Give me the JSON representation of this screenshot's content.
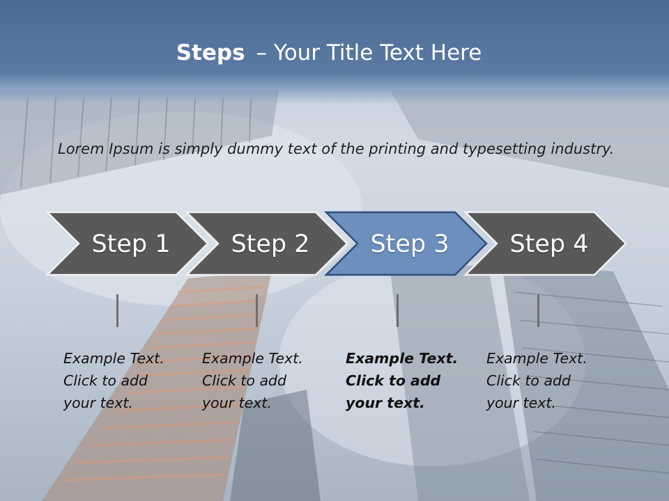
{
  "title": {
    "bold": "Steps",
    "rest": "– Your Title Text Here"
  },
  "intro": "Lorem Ipsum is simply dummy text of the printing and typesetting industry.",
  "steps": [
    {
      "label": "Step 1",
      "text": "Example Text.\nClick  to add\nyour text.",
      "active": false
    },
    {
      "label": "Step 2",
      "text": "Example Text.\nClick  to add\nyour text.",
      "active": false
    },
    {
      "label": "Step 3",
      "text": "Example Text.\nClick  to add\nyour text.",
      "active": true
    },
    {
      "label": "Step 4",
      "text": "Example Text.\nClick  to add\nyour text.",
      "active": false
    }
  ],
  "colors": {
    "header": "#4a6a94",
    "chevron_default": "#595959",
    "chevron_active": "#6d8fbd",
    "chevron_active_border": "#2f4f7a",
    "chevron_border": "#f2f2f2"
  }
}
